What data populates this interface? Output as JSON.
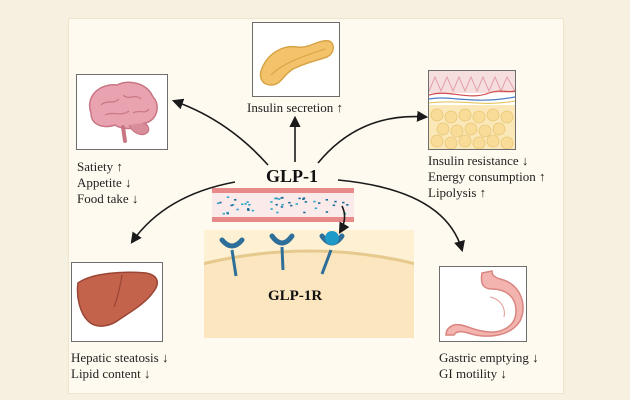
{
  "center": {
    "hormone": "GLP-1",
    "receptor": "GLP-1R"
  },
  "organs": {
    "pancreas": {
      "icon": "pancreas-icon",
      "labels": [
        "Insulin secretion ↑"
      ]
    },
    "brain": {
      "icon": "brain-icon",
      "labels": [
        "Satiety ↑",
        "Appetite ↓",
        "Food take ↓"
      ]
    },
    "adipose": {
      "icon": "adipose-tissue-icon",
      "labels": [
        "Insulin resistance ↓",
        "Energy consumption ↑",
        "Lipolysis ↑"
      ]
    },
    "liver": {
      "icon": "liver-icon",
      "labels": [
        "Hepatic steatosis ↓",
        "Lipid content ↓"
      ]
    },
    "stomach": {
      "icon": "stomach-icon",
      "labels": [
        "Gastric emptying ↓",
        "GI motility ↓"
      ]
    }
  },
  "colors": {
    "background": "#f6f0e1",
    "vessel_wall": "#e88a8a",
    "receptor": "#2e6f9a",
    "cell": "#fdf0d3",
    "arrow": "#1a1a1a"
  }
}
